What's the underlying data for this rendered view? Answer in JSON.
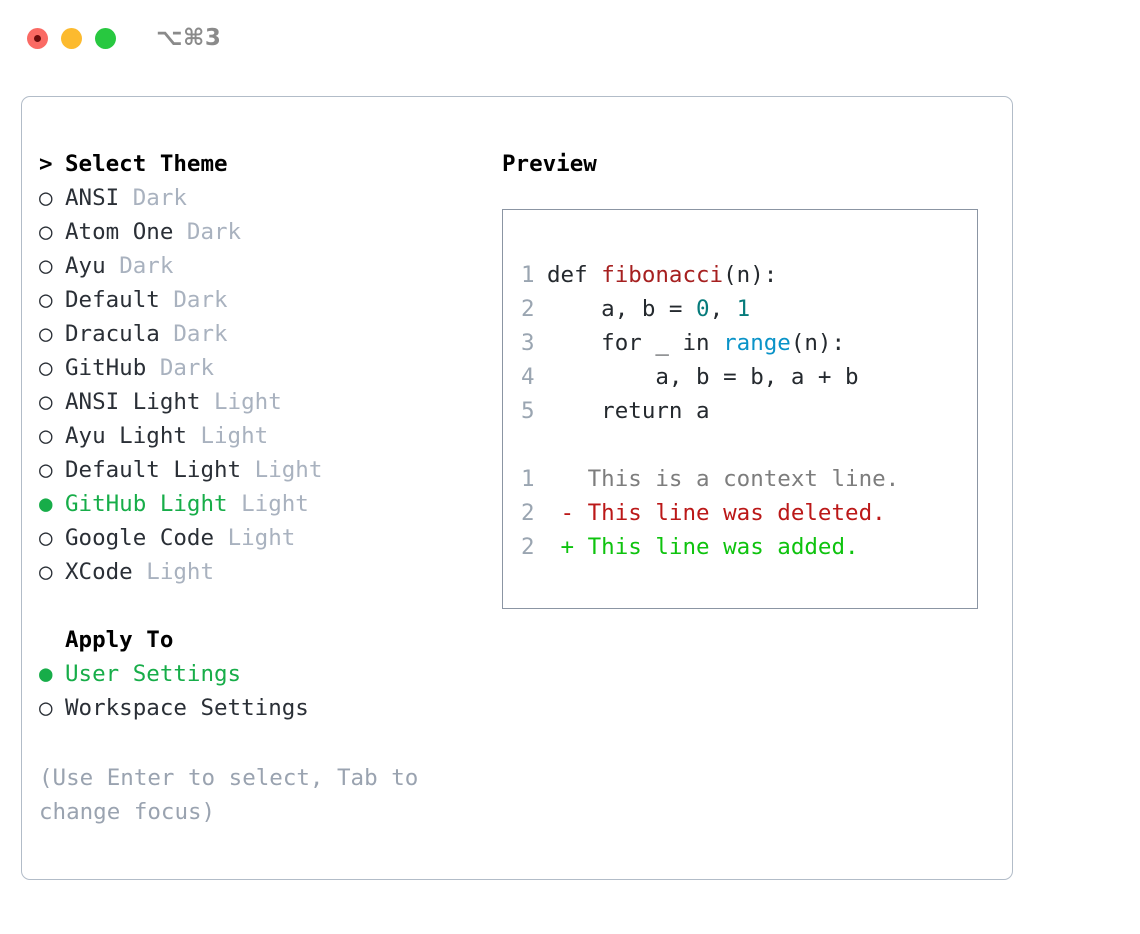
{
  "titlebar": {
    "shortcut": "⌥⌘3",
    "buttons": [
      {
        "name": "close",
        "color": "#fa6a64"
      },
      {
        "name": "minimize",
        "color": "#fcba2e"
      },
      {
        "name": "zoom",
        "color": "#28c840"
      }
    ]
  },
  "theme_picker": {
    "header_marker": ">",
    "header": "Select Theme",
    "bullet_unselected": "○",
    "bullet_selected": "●",
    "items": [
      {
        "label": "ANSI",
        "suffix": "Dark",
        "selected": false
      },
      {
        "label": "Atom One",
        "suffix": "Dark",
        "selected": false
      },
      {
        "label": "Ayu",
        "suffix": "Dark",
        "selected": false
      },
      {
        "label": "Default",
        "suffix": "Dark",
        "selected": false
      },
      {
        "label": "Dracula",
        "suffix": "Dark",
        "selected": false
      },
      {
        "label": "GitHub",
        "suffix": "Dark",
        "selected": false
      },
      {
        "label": "ANSI Light",
        "suffix": "Light",
        "selected": false
      },
      {
        "label": "Ayu Light",
        "suffix": "Light",
        "selected": false
      },
      {
        "label": "Default Light",
        "suffix": "Light",
        "selected": false
      },
      {
        "label": "GitHub Light",
        "suffix": "Light",
        "selected": true
      },
      {
        "label": "Google Code",
        "suffix": "Light",
        "selected": false
      },
      {
        "label": "XCode",
        "suffix": "Light",
        "selected": false
      }
    ]
  },
  "apply_to": {
    "header": "Apply To",
    "items": [
      {
        "label": "User Settings",
        "selected": true
      },
      {
        "label": "Workspace Settings",
        "selected": false
      }
    ]
  },
  "help_text": "(Use Enter to select, Tab to change focus)",
  "preview": {
    "title": "Preview",
    "code_lines": [
      {
        "num": "1",
        "segments": [
          {
            "text": "def ",
            "type": "plain"
          },
          {
            "text": "fibonacci",
            "type": "fn"
          },
          {
            "text": "(n):",
            "type": "plain"
          }
        ]
      },
      {
        "num": "2",
        "segments": [
          {
            "text": "    a, b = ",
            "type": "plain"
          },
          {
            "text": "0",
            "type": "num"
          },
          {
            "text": ", ",
            "type": "plain"
          },
          {
            "text": "1",
            "type": "num"
          }
        ]
      },
      {
        "num": "3",
        "segments": [
          {
            "text": "    for _ in ",
            "type": "plain"
          },
          {
            "text": "range",
            "type": "call"
          },
          {
            "text": "(n):",
            "type": "plain"
          }
        ]
      },
      {
        "num": "4",
        "segments": [
          {
            "text": "        a, b = b, a + b",
            "type": "plain"
          }
        ]
      },
      {
        "num": "5",
        "segments": [
          {
            "text": "    return a",
            "type": "plain"
          }
        ]
      }
    ],
    "diff_lines": [
      {
        "num": "1",
        "marker": "  ",
        "text": "This is a context line.",
        "kind": "context"
      },
      {
        "num": "2",
        "marker": "- ",
        "text": "This line was deleted.",
        "kind": "del"
      },
      {
        "num": "2",
        "marker": "+ ",
        "text": "This line was added.",
        "kind": "add"
      }
    ]
  },
  "colors": {
    "accent_green": "#17ad49",
    "muted": "#a9b2bf",
    "help": "#9aa3b0",
    "line_number": "#9aa5b1",
    "code_fn": "#a62020",
    "code_num": "#067b7b",
    "code_call": "#0a93c8",
    "diff_context": "#7d7d7d",
    "diff_del": "#bb1818",
    "diff_add": "#0ec30e",
    "panel_border": "#b2bcc8",
    "preview_border": "#8b95a3"
  }
}
